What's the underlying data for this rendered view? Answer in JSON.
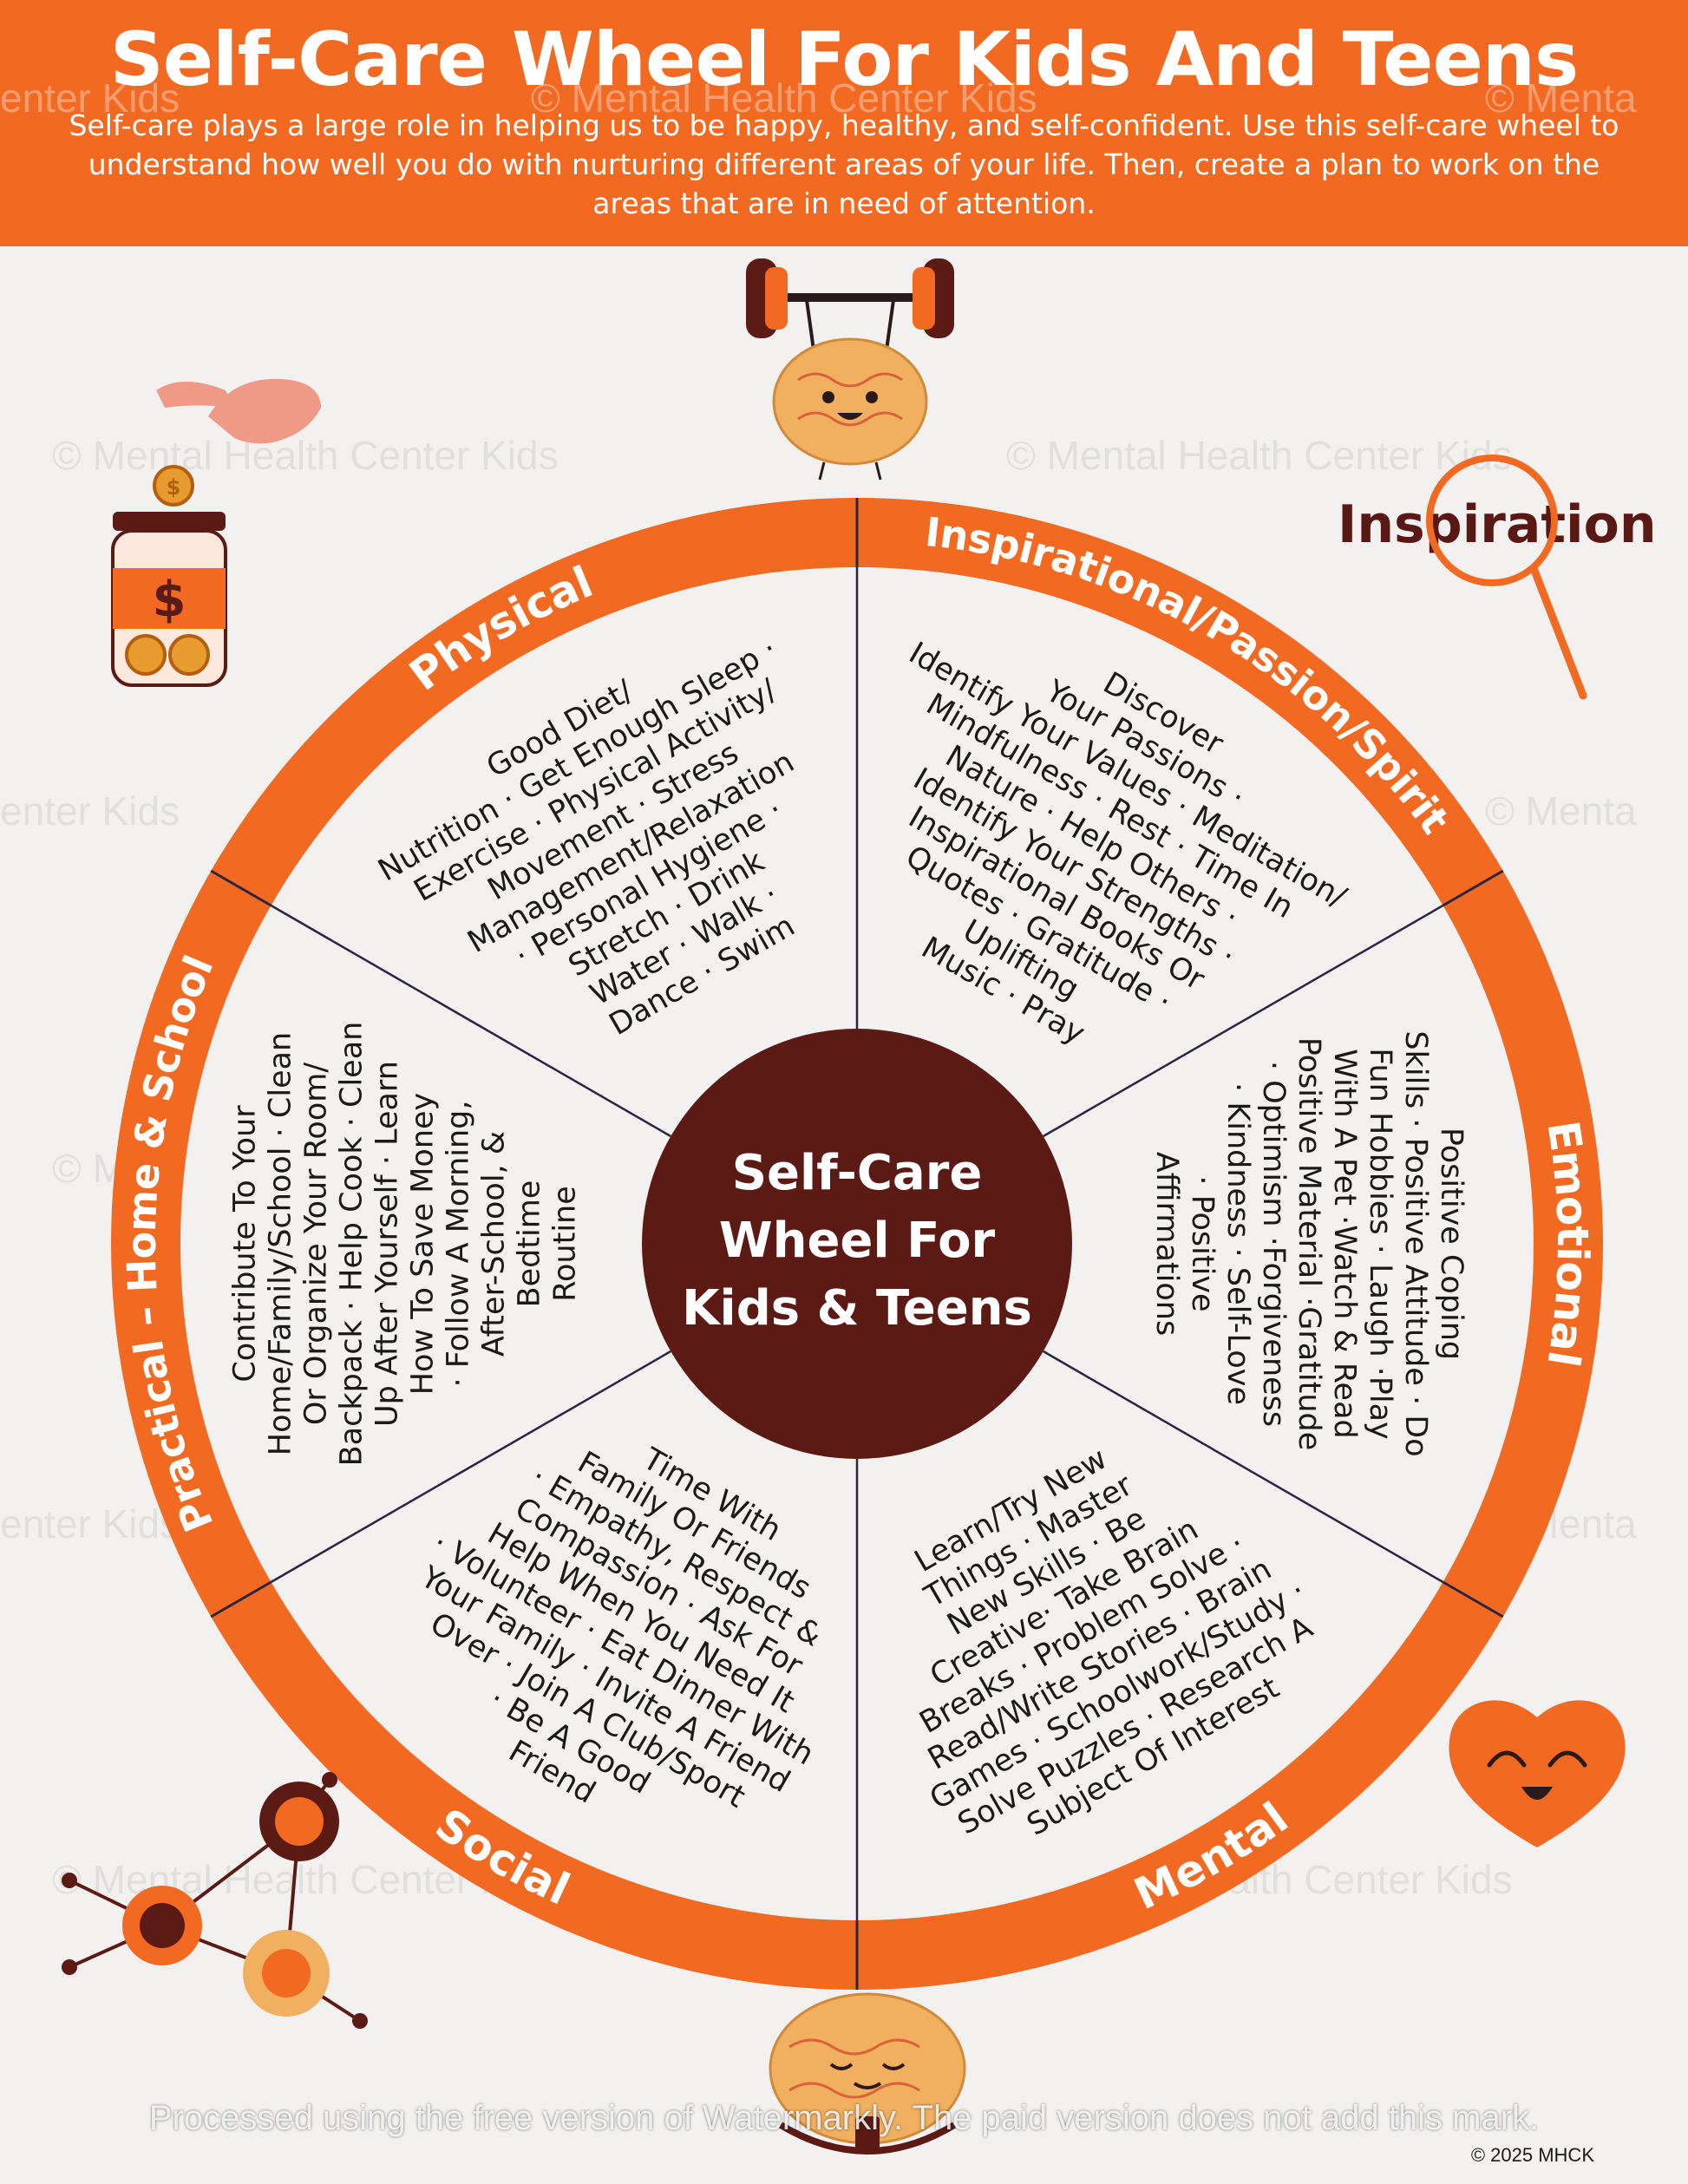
{
  "header": {
    "title": "Self-Care Wheel For Kids And Teens",
    "subtitle": "Self-care plays a large role in helping us to be happy, healthy, and self-confident. Use this self-care wheel to understand how well you do with nurturing different areas of your life. Then, create a plan to work on the areas that are in need of attention."
  },
  "watermark": {
    "text": "© Mental Health Center Kids",
    "fragment_left": "enter Kids",
    "fragment_right": "© Menta"
  },
  "colors": {
    "orange": "#f26a22",
    "maroon": "#5c1a15",
    "background": "#f2f1f0",
    "tan": "#f0b060"
  },
  "wheel": {
    "center_lines": [
      "Self-Care",
      "Wheel For",
      "Kids & Teens"
    ],
    "sections": [
      {
        "name": "Physical",
        "lines": [
          "Good Diet/",
          "Nutrition · Get Enough Sleep ·",
          "Exercise · Physical Activity/",
          "Movement · Stress",
          "Management/Relaxation",
          "· Personal Hygiene ·",
          "Stretch · Drink",
          "Water · Walk ·",
          "Dance · Swim"
        ]
      },
      {
        "name": "Inspirational/Passion/Spirit",
        "lines": [
          "Discover",
          "Your Passions ·",
          "Identify Your Values · Meditation/",
          "Mindfulness · Rest · Time In",
          "Nature · Help Others ·",
          "Identify Your Strengths ·",
          "Inspirational Books Or",
          "Quotes · Gratitude ·",
          "Uplifting",
          "Music · Pray"
        ]
      },
      {
        "name": "Emotional",
        "lines": [
          "Positive Coping",
          "Skills · Positive Attitude · Do",
          "Fun Hobbies · Laugh ·Play",
          "With A Pet ·Watch & Read",
          "Positive Material ·Gratitude",
          "· Optimism ·Forgiveness",
          "· Kindness · Self-Love",
          "· Positive",
          "Affirmations"
        ]
      },
      {
        "name": "Mental",
        "lines": [
          "Learn/Try New",
          "Things · Master",
          "New Skills · Be",
          "Creative· Take Brain",
          "Breaks · Problem Solve ·",
          "Read/Write Stories · Brain",
          "Games · Schoolwork/Study ·",
          "Solve Puzzles · Research A",
          "Subject Of Interest"
        ]
      },
      {
        "name": "Social",
        "lines": [
          "Time With",
          "Family Or Friends",
          "· Empathy, Respect &",
          "Compassion · Ask For",
          "Help When You Need It",
          "· Volunteer · Eat Dinner With",
          "Your Family · Invite A Friend",
          "Over · Join A Club/Sport",
          "· Be A Good",
          "Friend"
        ]
      },
      {
        "name": "Practical – Home & School",
        "lines": [
          "Contribute To Your",
          "Home/Family/School · Clean",
          "Or Organize Your Room/",
          "Backpack · Help Cook · Clean",
          "Up After Yourself · Learn",
          "How To Save Money",
          "· Follow A Morning,",
          "After-School, &",
          "Bedtime",
          "Routine"
        ]
      }
    ]
  },
  "decorations": {
    "inspiration_word": "Inspiration",
    "jar_symbol": "$",
    "coin_symbol": "$"
  },
  "footer": {
    "processing_note": "Processed using the free version of Watermarkly. The paid version does not add this mark.",
    "copyright": "© 2025 MHCK"
  }
}
